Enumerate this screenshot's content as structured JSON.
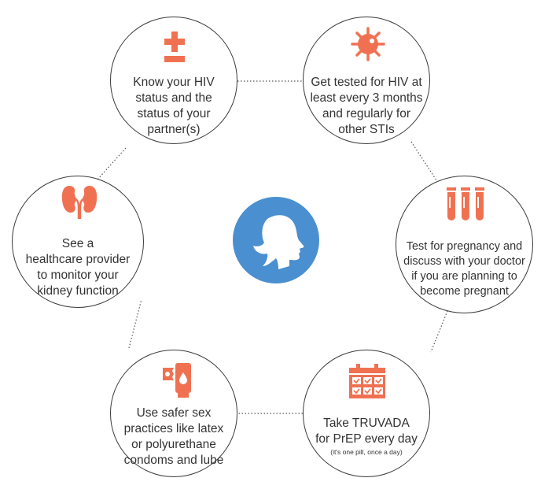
{
  "center": {
    "icon": "woman-profile-icon",
    "color": "#4a8fd0"
  },
  "accent_color": "#f07152",
  "steps": [
    {
      "icon": "plus-minus-icon",
      "text": "Know your HIV\nstatus and the\nstatus of your\npartner(s)"
    },
    {
      "icon": "virus-icon",
      "text": "Get tested for HIV at\nleast every 3 months\nand regularly for\nother STIs"
    },
    {
      "icon": "test-tubes-icon",
      "text": "Test for pregnancy and\ndiscuss with your doctor\nif you are planning to\nbecome pregnant"
    },
    {
      "icon": "calendar-icon",
      "text": "Take TRUVADA\nfor PrEP every day",
      "note": "(it's one pill, once a day)"
    },
    {
      "icon": "condom-lube-icon",
      "text": "Use safer sex\npractices like latex\nor polyurethane\ncondoms and lube"
    },
    {
      "icon": "kidneys-icon",
      "text": "See a\nhealthcare provider\nto monitor your\nkidney function"
    }
  ]
}
